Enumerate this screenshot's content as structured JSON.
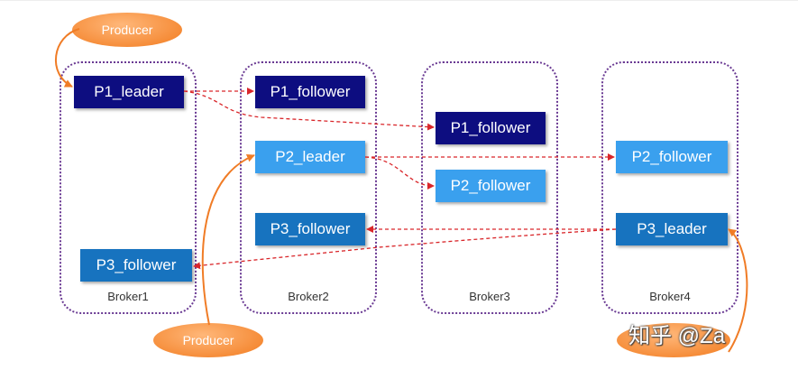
{
  "colors": {
    "leader_dark": "#0d0d80",
    "follower_dark": "#0d0d80",
    "p2": "#3aa0ee",
    "p3": "#1773bf",
    "broker_border": "#6a3a93",
    "link": "#d9262a",
    "producer": "#f58a35"
  },
  "producers": {
    "top": "Producer",
    "bottom": "Producer"
  },
  "brokers": [
    "Broker1",
    "Broker2",
    "Broker3",
    "Broker4"
  ],
  "partitions": {
    "p1_leader": "P1_leader",
    "p1_follower_b2": "P1_follower",
    "p1_follower_b3": "P1_follower",
    "p2_leader": "P2_leader",
    "p2_follower_b3": "P2_follower",
    "p2_follower_b4": "P2_follower",
    "p3_leader": "P3_leader",
    "p3_follower_b2": "P3_follower",
    "p3_follower_b1": "P3_follower"
  },
  "watermark": "知乎 @Za"
}
